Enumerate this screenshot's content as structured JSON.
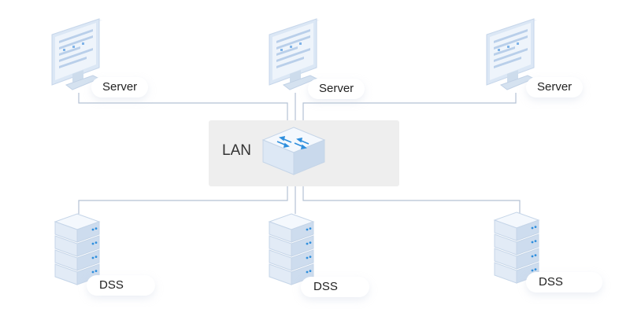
{
  "diagram": {
    "lan": {
      "label": "LAN"
    },
    "servers": [
      {
        "label": "Server"
      },
      {
        "label": "Server"
      },
      {
        "label": "Server"
      }
    ],
    "storage": [
      {
        "label": "DSS"
      },
      {
        "label": "DSS"
      },
      {
        "label": "DSS"
      }
    ],
    "colors": {
      "line": "#b4c2d4",
      "device_face": "#e9f1fb",
      "device_edge": "#c9d8ea",
      "screen": "#cfe0f5",
      "accent": "#2f8fdd"
    }
  }
}
